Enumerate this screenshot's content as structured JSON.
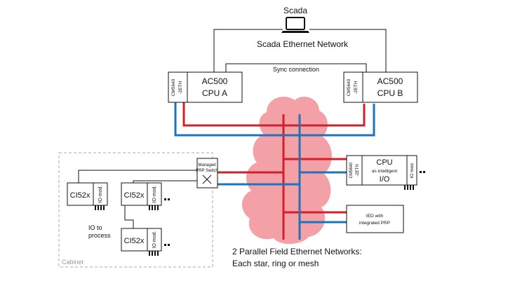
{
  "scada": {
    "label": "Scada"
  },
  "scada_network": {
    "label": "Scada Ethernet Network"
  },
  "sync": {
    "label": "Sync connection"
  },
  "cpu_a": {
    "module": "CM5640",
    "module_sub": "-2ETH",
    "line1": "AC500",
    "line2": "CPU A"
  },
  "cpu_b": {
    "module": "CM5640",
    "module_sub": "-2ETH",
    "line1": "AC500",
    "line2": "CPU B"
  },
  "switch": {
    "line1": "Managed",
    "line2": "PRP Switch"
  },
  "cpu_io": {
    "module": "CM5640",
    "module_sub": "-2ETH",
    "line1": "CPU",
    "line2": "as intelligent",
    "line3": "I/O",
    "io": "IO mod."
  },
  "ied": {
    "line1": "IED with",
    "line2": "integrated PRP"
  },
  "ci52_units": [
    {
      "label": "CI52x",
      "io": "IO mod."
    },
    {
      "label": "CI52x",
      "io": "IO mod."
    },
    {
      "label": "CI52x",
      "io": "IO mod."
    }
  ],
  "io_to_process": {
    "line1": "IO  to",
    "line2": "process"
  },
  "cabinet": {
    "label": "Cabinet"
  },
  "caption": {
    "line1": "2 Parallel Field Ethernet Networks:",
    "line2": "Each star, ring or mesh"
  },
  "colors": {
    "red": "#d0202a",
    "blue": "#1e73be",
    "cloud": "#f3a0a6",
    "cabinet_border": "#aaaaaa"
  }
}
